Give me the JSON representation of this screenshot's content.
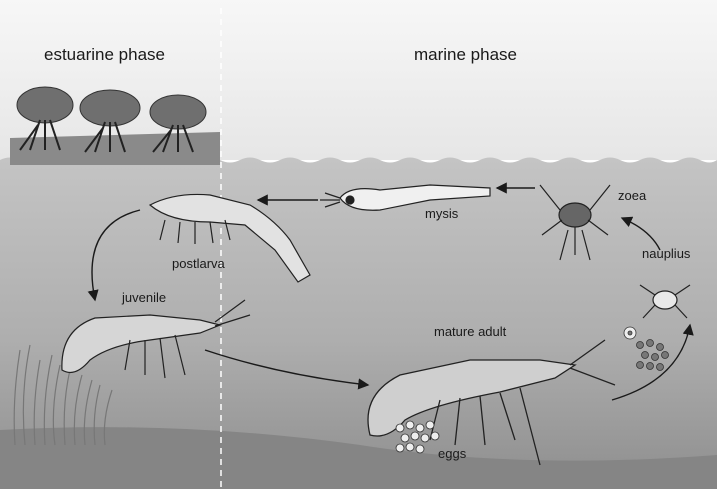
{
  "diagram": {
    "phases": {
      "estuarine": "estuarine phase",
      "marine": "marine phase"
    },
    "stages": {
      "zoea": "zoea",
      "nauplius": "nauplius",
      "mysis": "mysis",
      "postlarva": "postlarva",
      "juvenile": "juvenile",
      "mature_adult": "mature adult",
      "eggs": "eggs"
    },
    "colors": {
      "sky": "#f2f2f2",
      "water_top": "#bdbdbd",
      "water_bottom": "#9a9a9a",
      "seabed": "#7f7f7f",
      "line": "#1a1a1a"
    }
  }
}
